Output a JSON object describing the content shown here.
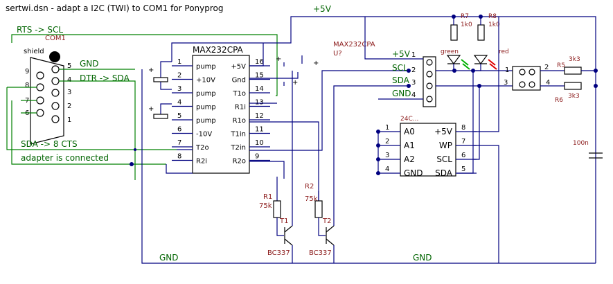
{
  "title": "sertwi.dsn - adapt a I2C (TWI) to COM1 for Ponyprog",
  "nets": {
    "rts_scl": "RTS -> SCL",
    "dtr_sda": "DTR -> SDA",
    "gnd": "GND",
    "sda_cts": "SDA -> 8 CTS",
    "adapter": "adapter is connected",
    "plus5v": "+5V",
    "scl": "SCL",
    "sda": "SDA"
  },
  "com": {
    "name": "COM1",
    "shield": "shield",
    "pins_left": [
      "9",
      "8",
      "7",
      "6"
    ],
    "pins_right": [
      "5",
      "4",
      "3",
      "2",
      "1"
    ]
  },
  "max232": {
    "name": "MAX232CPA",
    "ref": "MAX232CPA",
    "ref2": "U?",
    "left_pins": [
      {
        "num": "1",
        "label": "pump"
      },
      {
        "num": "2",
        "label": "+10V"
      },
      {
        "num": "3",
        "label": "pump"
      },
      {
        "num": "4",
        "label": "pump"
      },
      {
        "num": "5",
        "label": "pump"
      },
      {
        "num": "6",
        "label": "-10V"
      },
      {
        "num": "7",
        "label": "T2o"
      },
      {
        "num": "8",
        "label": "R2i"
      }
    ],
    "right_pins": [
      {
        "num": "16",
        "label": "+5V"
      },
      {
        "num": "15",
        "label": "Gnd"
      },
      {
        "num": "14",
        "label": "T1o"
      },
      {
        "num": "13",
        "label": "R1i"
      },
      {
        "num": "12",
        "label": "R1o"
      },
      {
        "num": "11",
        "label": "T1in"
      },
      {
        "num": "10",
        "label": "T2in"
      },
      {
        "num": "9",
        "label": "R2o"
      }
    ]
  },
  "eeprom": {
    "name": "24C...",
    "left_pins": [
      {
        "num": "1",
        "label": "A0"
      },
      {
        "num": "2",
        "label": "A1"
      },
      {
        "num": "3",
        "label": "A2"
      },
      {
        "num": "4",
        "label": "GND"
      }
    ],
    "right_pins": [
      {
        "num": "8",
        "label": "+5V"
      },
      {
        "num": "7",
        "label": "WP"
      },
      {
        "num": "6",
        "label": "SCL"
      },
      {
        "num": "5",
        "label": "SDA"
      }
    ]
  },
  "header4": {
    "pins": [
      "1",
      "2",
      "3",
      "4"
    ],
    "labels": [
      "+5V",
      "SCL",
      "SDA",
      "GND"
    ]
  },
  "jumper": {
    "pins": [
      "1",
      "2",
      "3",
      "4"
    ]
  },
  "parts": {
    "r1": {
      "ref": "R1",
      "value": "75k"
    },
    "r2": {
      "ref": "R2",
      "value": "75k"
    },
    "r5": {
      "ref": "R5",
      "value": "3k3"
    },
    "r6": {
      "ref": "R6",
      "value": "3k3"
    },
    "r7": {
      "ref": "R7",
      "value": "1k0"
    },
    "r8": {
      "ref": "R8",
      "value": "1k0"
    },
    "t1": {
      "ref": "T1",
      "value": "BC337"
    },
    "t2": {
      "ref": "T2",
      "value": "BC337"
    },
    "led_green": "green",
    "led_red": "red",
    "cap": "100n",
    "cap_plus": "+"
  }
}
